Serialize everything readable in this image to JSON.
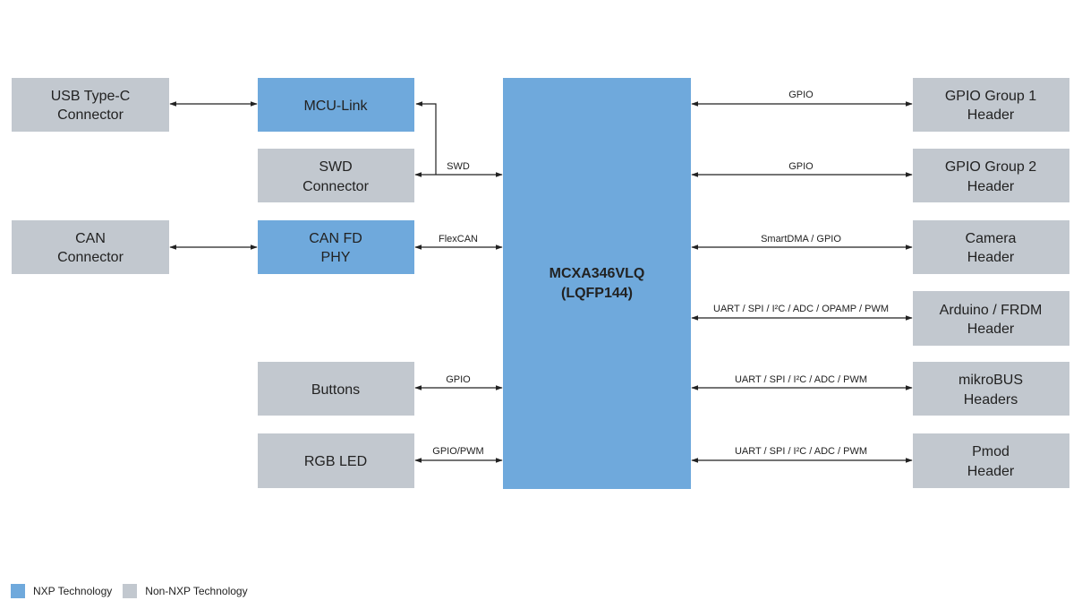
{
  "colors": {
    "nxp": "#6fa9dc",
    "non_nxp": "#c2c8cf",
    "line": "#222222"
  },
  "chip": {
    "line1": "MCXA346VLQ",
    "line2": "(LQFP144)"
  },
  "blocks": {
    "usb": [
      "USB Type-C",
      "Connector"
    ],
    "mculink": [
      "MCU-Link"
    ],
    "swd": [
      "SWD",
      "Connector"
    ],
    "can": [
      "CAN",
      "Connector"
    ],
    "canfd": [
      "CAN FD",
      "PHY"
    ],
    "buttons": [
      "Buttons"
    ],
    "rgb": [
      "RGB LED"
    ],
    "gpio1": [
      "GPIO Group 1",
      "Header"
    ],
    "gpio2": [
      "GPIO Group 2",
      "Header"
    ],
    "camera": [
      "Camera",
      "Header"
    ],
    "arduino": [
      "Arduino / FRDM",
      "Header"
    ],
    "mikro": [
      "mikroBUS",
      "Headers"
    ],
    "pmod": [
      "Pmod",
      "Header"
    ]
  },
  "buses": {
    "swd": "SWD",
    "flexcan": "FlexCAN",
    "buttons": "GPIO",
    "rgb": "GPIO/PWM",
    "gpio1": "GPIO",
    "gpio2": "GPIO",
    "camera": "SmartDMA / GPIO",
    "arduino": "UART / SPI / I²C / ADC / OPAMP / PWM",
    "mikro": "UART / SPI / I²C / ADC / PWM",
    "pmod": "UART / SPI / I²C / ADC / PWM"
  },
  "legend": {
    "nxp": "NXP Technology",
    "non_nxp": "Non-NXP Technology"
  }
}
